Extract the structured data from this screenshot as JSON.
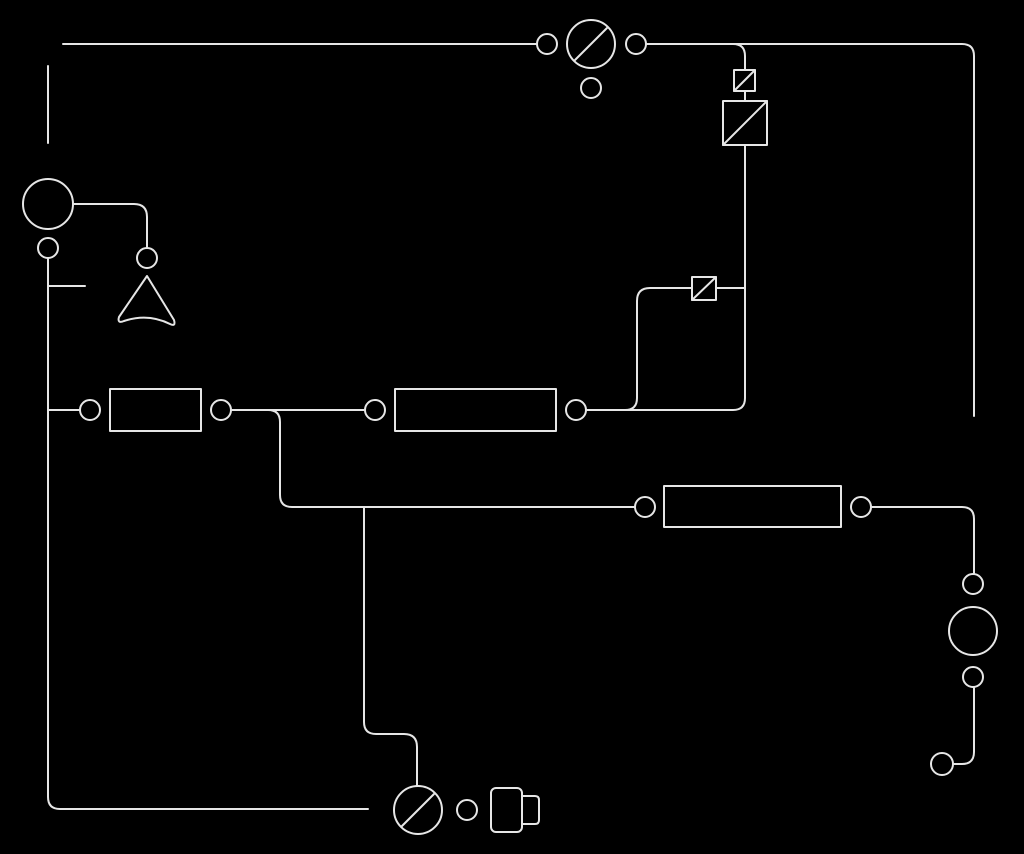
{
  "diagram": {
    "title": "",
    "background": "#000000",
    "stroke_color": "#e6e6e6",
    "components": [
      {
        "id": "top-valve",
        "kind": "circle-with-slash",
        "label": ""
      },
      {
        "id": "top-valve-port-left",
        "kind": "port",
        "label": ""
      },
      {
        "id": "top-valve-port-right",
        "kind": "port",
        "label": ""
      },
      {
        "id": "top-valve-port-bottom",
        "kind": "port",
        "label": ""
      },
      {
        "id": "small-filter-top",
        "kind": "square-with-diagonal",
        "label": ""
      },
      {
        "id": "filter-element-large",
        "kind": "square-with-diagonal",
        "label": ""
      },
      {
        "id": "small-filter-mid",
        "kind": "square-with-diagonal",
        "label": ""
      },
      {
        "id": "pump-left",
        "kind": "circle",
        "label": ""
      },
      {
        "id": "pump-left-port",
        "kind": "port",
        "label": ""
      },
      {
        "id": "spray-nozzle",
        "kind": "nozzle",
        "label": ""
      },
      {
        "id": "nozzle-port",
        "kind": "port",
        "label": ""
      },
      {
        "id": "module-a",
        "kind": "rectangle",
        "label": ""
      },
      {
        "id": "module-b",
        "kind": "rectangle",
        "label": ""
      },
      {
        "id": "module-c",
        "kind": "rectangle",
        "label": ""
      },
      {
        "id": "pump-right",
        "kind": "circle",
        "label": ""
      },
      {
        "id": "bottom-valve",
        "kind": "circle-with-slash",
        "label": ""
      },
      {
        "id": "bottom-valve-port",
        "kind": "port",
        "label": ""
      },
      {
        "id": "connector-plug",
        "kind": "plug",
        "label": ""
      },
      {
        "id": "right-terminal-port",
        "kind": "port",
        "label": ""
      }
    ]
  }
}
